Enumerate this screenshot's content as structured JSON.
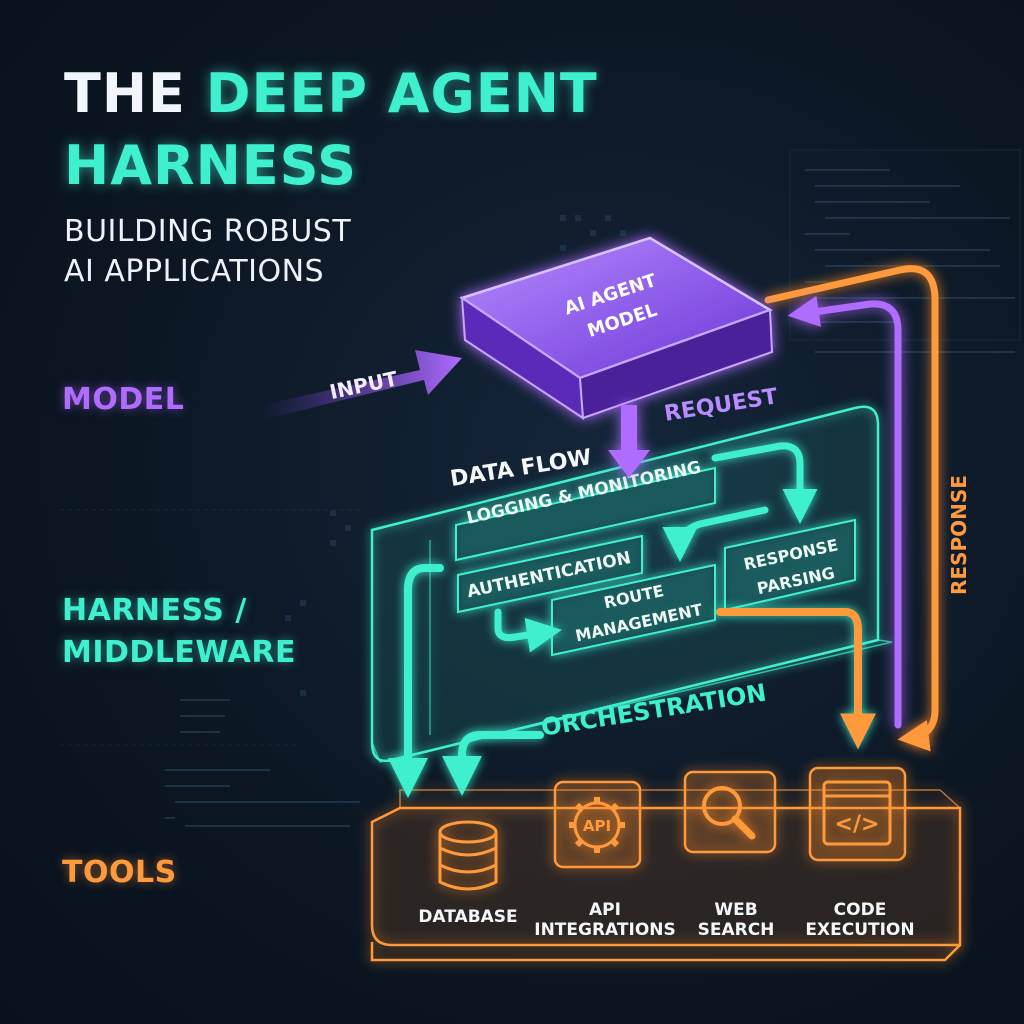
{
  "title": {
    "line1_white": "THE ",
    "line1_cyan": "DEEP AGENT",
    "line2": "HARNESS"
  },
  "subtitle": {
    "line1": "BUILDING ROBUST",
    "line2": "AI APPLICATIONS"
  },
  "layers": {
    "model": "MODEL",
    "harness_line1": "HARNESS /",
    "harness_line2": "MIDDLEWARE",
    "tools": "TOOLS"
  },
  "model_box": {
    "line1": "AI AGENT",
    "line2": "MODEL"
  },
  "flow_labels": {
    "input": "INPUT",
    "request": "REQUEST",
    "data_flow": "DATA FLOW",
    "response": "RESPONSE",
    "orchestration": "ORCHESTRATION"
  },
  "harness_modules": {
    "logging": "LOGGING & MONITORING",
    "authentication": "AUTHENTICATION",
    "route_line1": "ROUTE",
    "route_line2": "MANAGEMENT",
    "response_line1": "RESPONSE",
    "response_line2": "PARSING"
  },
  "tools": [
    {
      "icon": "database-icon",
      "line1": "DATABASE",
      "line2": ""
    },
    {
      "icon": "api-gear-icon",
      "icon_text": "API",
      "line1": "API",
      "line2": "INTEGRATIONS"
    },
    {
      "icon": "magnifier-icon",
      "line1": "WEB",
      "line2": "SEARCH"
    },
    {
      "icon": "code-window-icon",
      "icon_text": "</>",
      "line1": "CODE",
      "line2": "EXECUTION"
    }
  ],
  "colors": {
    "cyan": "#3ff0cf",
    "purple": "#b06cff",
    "orange": "#ff9a3c",
    "background": "#0c1724"
  }
}
